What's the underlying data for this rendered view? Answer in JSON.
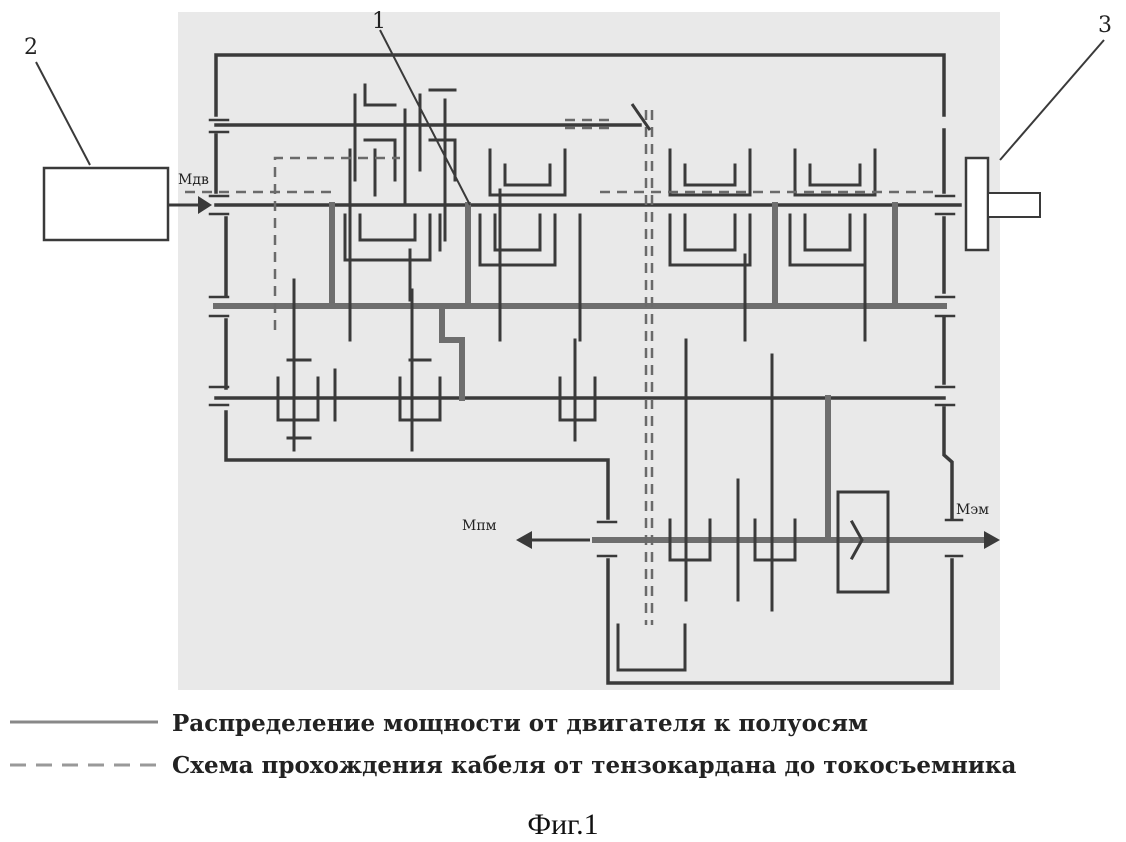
{
  "figure": {
    "caption": "Фиг.1",
    "callouts": {
      "ref1": "1",
      "ref2": "2",
      "ref3": "3"
    },
    "torque_labels": {
      "engine": "Мдв",
      "output_left": "Мпм",
      "output_right": "Мэм"
    }
  },
  "legend": {
    "solid_label": "Распределение мощности от двигателя к полуосям",
    "dashed_label": "Схема прохождения кабеля от тензокардана до токосъемника"
  },
  "colors": {
    "background": "#ffffff",
    "drawing_area": "#e9e9e9",
    "line": "#3a3a3a",
    "power_path": "#6e6e6e"
  }
}
